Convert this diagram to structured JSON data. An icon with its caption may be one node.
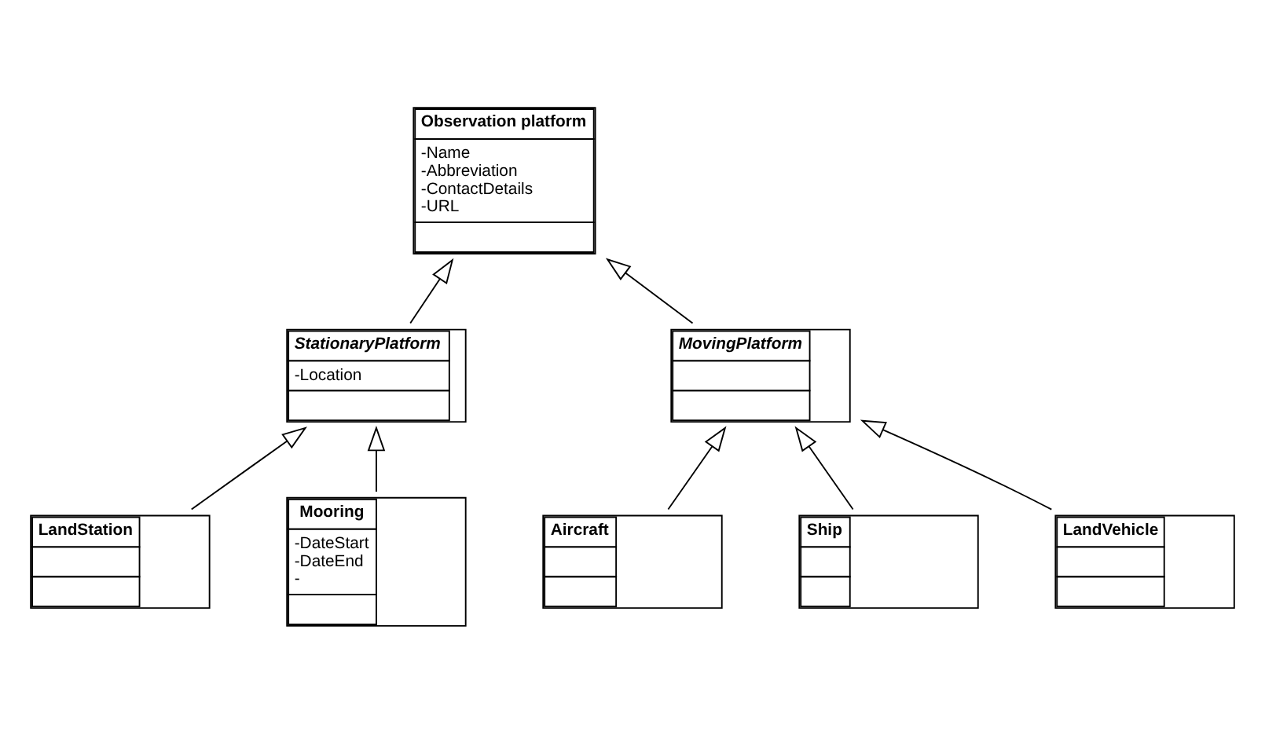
{
  "diagram": {
    "nodes": [
      {
        "text": [
          "Observation platform",
          "-Name",
          "-Abbreviation",
          "-ContactDetails",
          "-URL"
        ]
      },
      {
        "text": [
          "StationaryPlatform",
          "-Location"
        ]
      },
      {
        "text": [
          "MovingPlatform"
        ]
      },
      {
        "text": [
          "LandStation"
        ]
      },
      {
        "text": [
          "Mooring",
          "-DateStart",
          "-DateEnd",
          "-"
        ]
      },
      {
        "text": [
          "Aircraft"
        ]
      },
      {
        "text": [
          "Ship"
        ]
      },
      {
        "text": [
          "LandVehicle"
        ]
      }
    ],
    "edges": [
      {
        "from": 1,
        "to": 0,
        "arrow": "to"
      },
      {
        "from": 2,
        "to": 0,
        "arrow": "to"
      },
      {
        "from": 3,
        "to": 1,
        "arrow": "to"
      },
      {
        "from": 4,
        "to": 1,
        "arrow": "to"
      },
      {
        "from": 5,
        "to": 2,
        "arrow": "to"
      },
      {
        "from": 6,
        "to": 2,
        "arrow": "to"
      },
      {
        "from": 7,
        "to": 2,
        "arrow": "to"
      }
    ]
  }
}
